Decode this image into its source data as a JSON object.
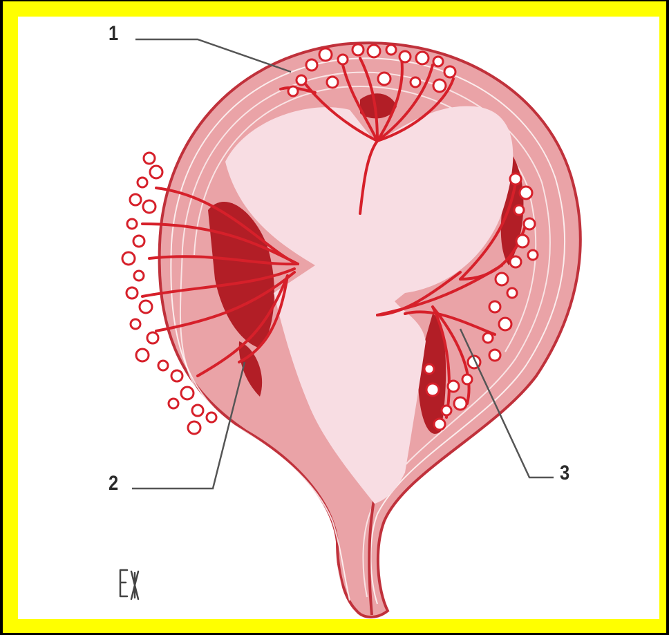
{
  "diagram": {
    "callouts": [
      {
        "id": "1",
        "label": "1"
      },
      {
        "id": "2",
        "label": "2"
      },
      {
        "id": "3",
        "label": "3"
      }
    ],
    "signature": "ЕЖ"
  },
  "colors": {
    "frame_border": "#000000",
    "frame_fill": "#ffff00",
    "background": "#ffffff",
    "uterine_wall": "#eaa3a7",
    "wall_outline": "#c0313b",
    "cavity": "#f8dde3",
    "vessel": "#d6202a",
    "blood_pool": "#b21e26",
    "label_text": "#2b2b2b"
  }
}
